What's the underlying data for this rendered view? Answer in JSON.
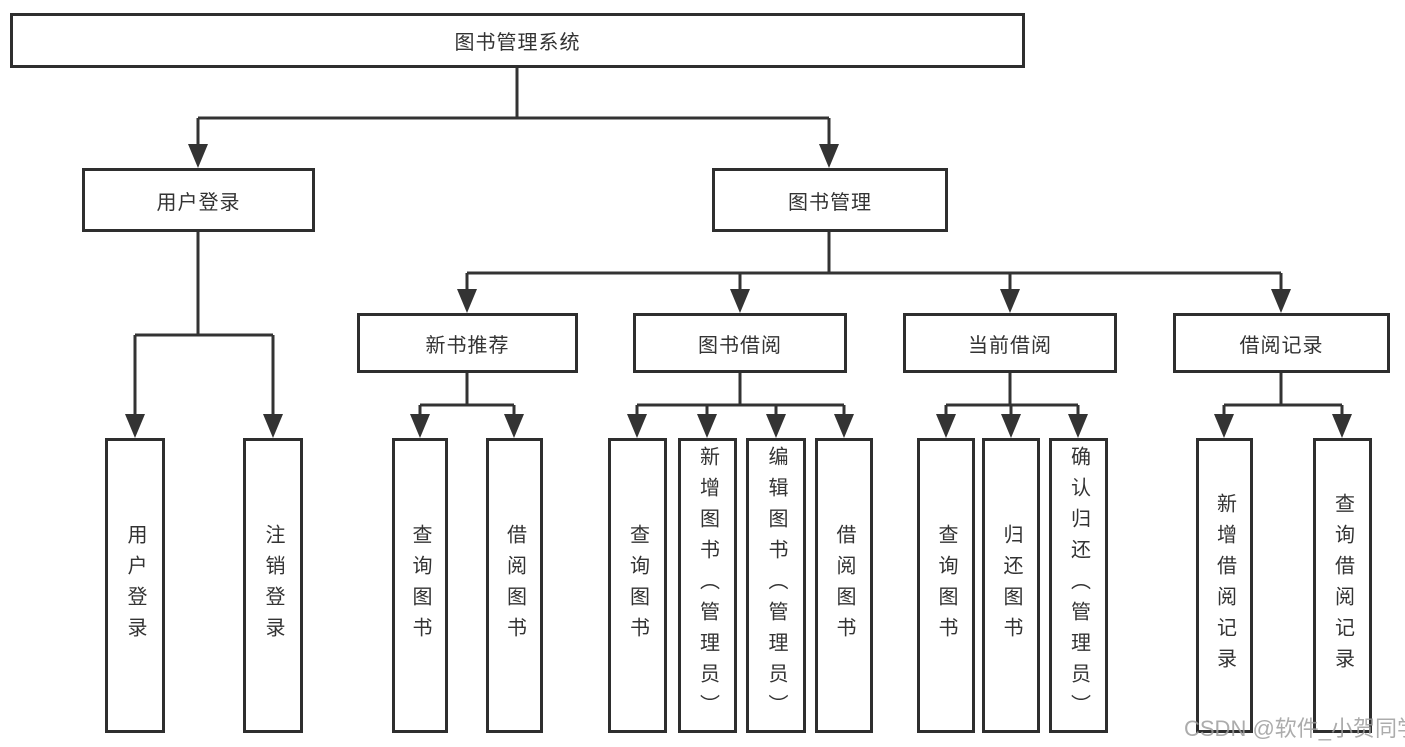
{
  "tree": {
    "root": {
      "label": "图书管理系统"
    },
    "children": [
      {
        "label": "用户登录",
        "children": [
          {
            "label": "用户登录"
          },
          {
            "label": "注销登录"
          }
        ]
      },
      {
        "label": "图书管理",
        "children": [
          {
            "label": "新书推荐",
            "children": [
              {
                "label": "查询图书"
              },
              {
                "label": "借阅图书"
              }
            ]
          },
          {
            "label": "图书借阅",
            "children": [
              {
                "label": "查询图书"
              },
              {
                "label": "新增图书（管理员）"
              },
              {
                "label": "编辑图书（管理员）"
              },
              {
                "label": "借阅图书"
              }
            ]
          },
          {
            "label": "当前借阅",
            "children": [
              {
                "label": "查询图书"
              },
              {
                "label": "归还图书"
              },
              {
                "label": "确认归还（管理员）"
              }
            ]
          },
          {
            "label": "借阅记录",
            "children": [
              {
                "label": "新增借阅记录"
              },
              {
                "label": "查询借阅记录"
              }
            ]
          }
        ]
      }
    ]
  },
  "watermark": {
    "text": "CSDN @软件_小贺同学"
  },
  "colors": {
    "line": "#333333",
    "box_border": "#2e2e2e",
    "text": "#333333",
    "background": "#ffffff",
    "watermark": "#9e9e9e"
  }
}
